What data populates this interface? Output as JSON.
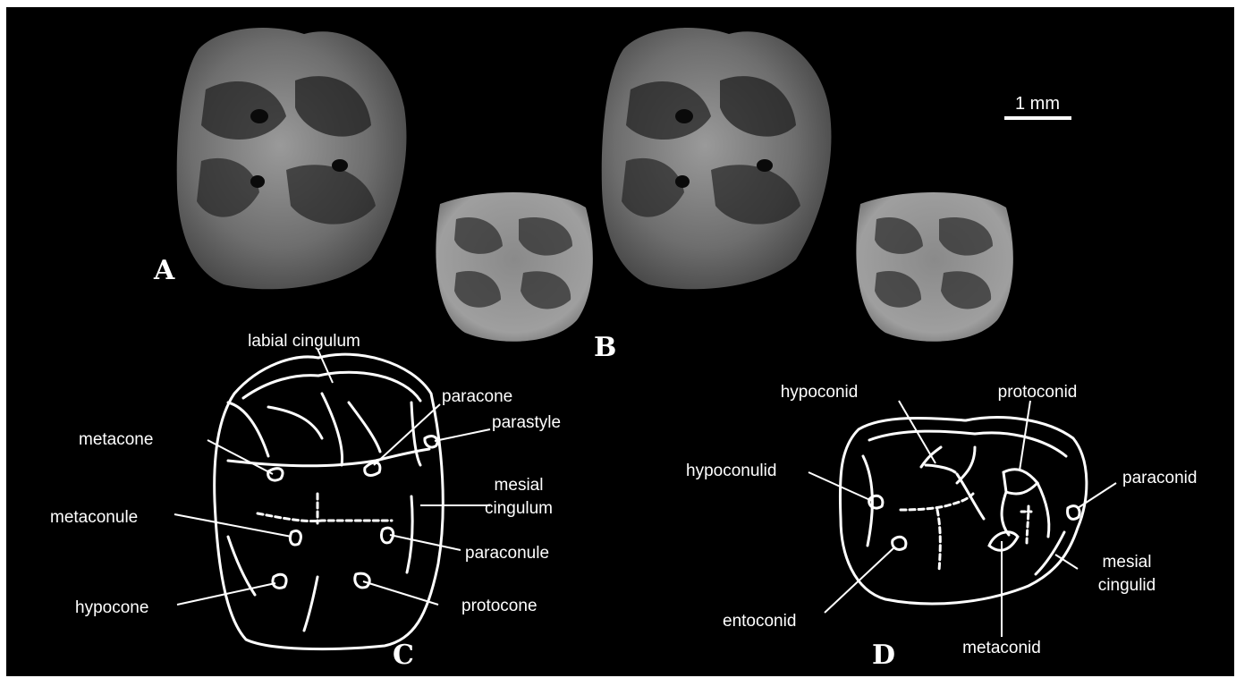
{
  "scale_bar": {
    "label": "1 mm"
  },
  "panels": {
    "a": "A",
    "b": "B",
    "c": "C",
    "d": "D"
  },
  "labels": {
    "labial_cingulum": "labial cingulum",
    "paracone": "paracone",
    "parastyle": "parastyle",
    "metacone": "metacone",
    "mesial_cingulum_1": "mesial",
    "mesial_cingulum_2": "cingulum",
    "metaconule": "metaconule",
    "paraconule": "paraconule",
    "hypocone": "hypocone",
    "protocone": "protocone",
    "hypoconid": "hypoconid",
    "protoconid": "protoconid",
    "hypoconulid": "hypoconulid",
    "paraconid": "paraconid",
    "mesial_cingulid_1": "mesial",
    "mesial_cingulid_2": "cingulid",
    "entoconid": "entoconid",
    "metaconid": "metaconid"
  },
  "colors": {
    "background": "#000000",
    "line": "#ffffff"
  }
}
